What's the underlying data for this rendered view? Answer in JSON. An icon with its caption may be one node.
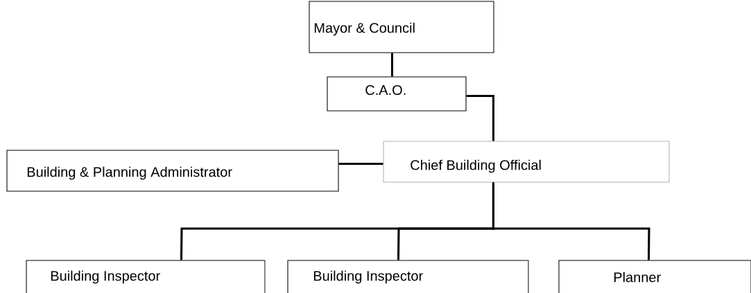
{
  "diagram": {
    "nodes": [
      {
        "text": [
          "Mayor & Council"
        ]
      },
      {
        "text": [
          "C.A.O."
        ]
      },
      {
        "text": [
          "Chief Building Official"
        ]
      },
      {
        "text": [
          "Building & Planning Administrator"
        ]
      },
      {
        "text": [
          "Building Inspector"
        ]
      },
      {
        "text": [
          "Building Inspector"
        ]
      },
      {
        "text": [
          "Planner"
        ]
      }
    ],
    "edges": [
      {
        "from": 0,
        "to": 1,
        "arrow": "none"
      },
      {
        "from": 1,
        "to": 2,
        "arrow": "none"
      },
      {
        "from": 3,
        "to": 2,
        "arrow": "none"
      },
      {
        "from": 2,
        "to": 4,
        "arrow": "none"
      },
      {
        "from": 2,
        "to": 5,
        "arrow": "none"
      },
      {
        "from": 2,
        "to": 6,
        "arrow": "none"
      }
    ]
  }
}
